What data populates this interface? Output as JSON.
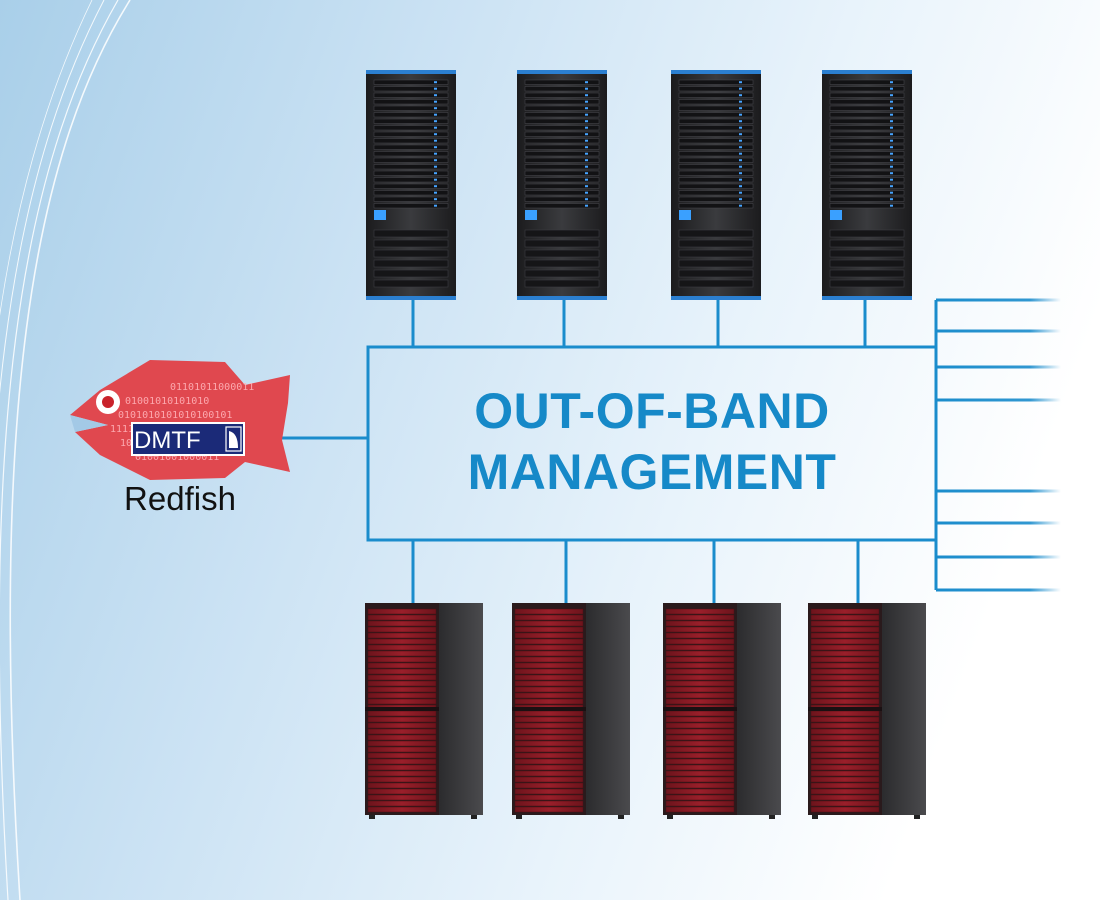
{
  "diagram": {
    "title_lines": [
      "OUT-OF-BAND",
      "MANAGEMENT"
    ],
    "logo": {
      "badge_text": "DMTF",
      "brand_name": "Redfish",
      "binary_rows": [
        "01101011000011",
        "01001010101010",
        "0101010101010100101",
        "111110011110111000011",
        "10110101110100110101",
        "01001001000011"
      ]
    },
    "accent_color": "#1689c8",
    "top_servers": {
      "count": 4,
      "style": "black rack, blue trim"
    },
    "bottom_servers": {
      "count": 4,
      "style": "red rack cabinets"
    },
    "right_branch_lines_per_group": 4
  }
}
